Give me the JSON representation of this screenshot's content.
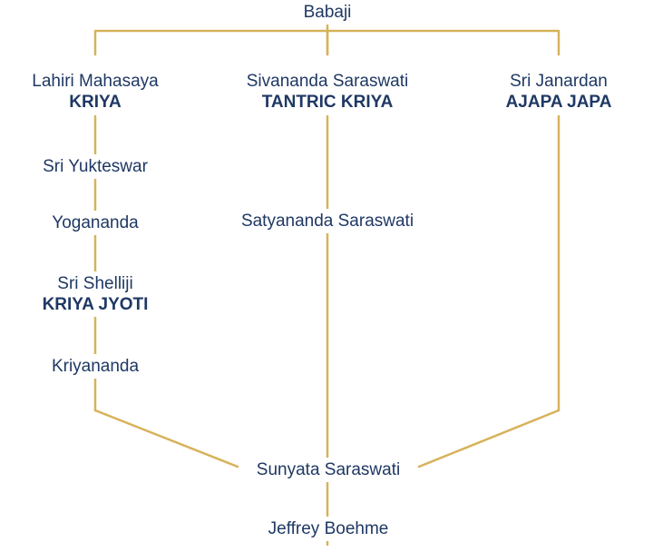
{
  "colors": {
    "line": "#d7b25a",
    "text": "#1f3864"
  },
  "nodes": {
    "babaji": {
      "name": "Babaji"
    },
    "lahiri": {
      "name": "Lahiri Mahasaya",
      "tag": "KRIYA"
    },
    "sivananda": {
      "name": "Sivananda Saraswati",
      "tag": "TANTRIC KRIYA"
    },
    "janardan": {
      "name": "Sri Janardan",
      "tag": "AJAPA JAPA"
    },
    "yukteswar": {
      "name": "Sri Yukteswar"
    },
    "yogananda": {
      "name": "Yogananda"
    },
    "satyananda": {
      "name": "Satyananda Saraswati"
    },
    "shelliji": {
      "name": "Sri Shelliji",
      "tag": "KRIYA JYOTI"
    },
    "kriyananda": {
      "name": "Kriyananda"
    },
    "sunyata": {
      "name": "Sunyata Saraswati"
    },
    "jeffrey": {
      "name": "Jeffrey Boehme"
    }
  }
}
